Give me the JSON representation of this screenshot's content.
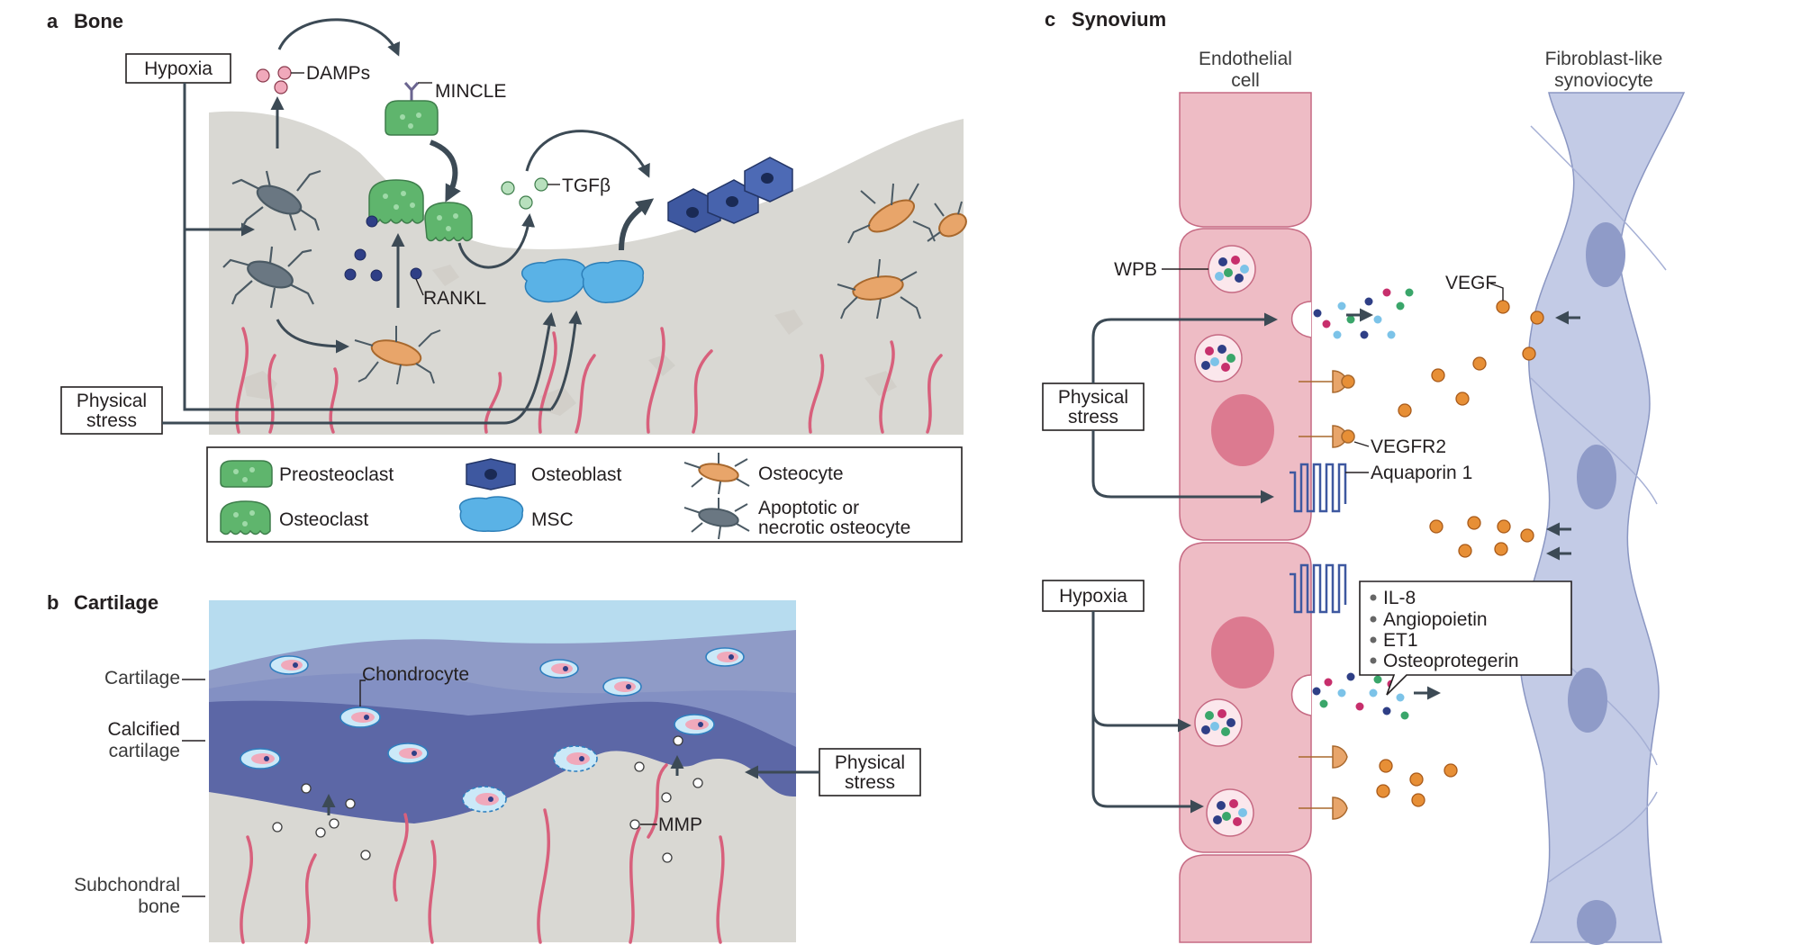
{
  "panels": {
    "a": {
      "letter": "a",
      "title": "Bone"
    },
    "b": {
      "letter": "b",
      "title": "Cartilage"
    },
    "c": {
      "letter": "c",
      "title": "Synovium"
    }
  },
  "bone": {
    "hypoxia": "Hypoxia",
    "physical_stress_1": "Physical",
    "physical_stress_2": "stress",
    "damps": "DAMPs",
    "mincle": "MINCLE",
    "tgfb": "TGFβ",
    "rankl": "RANKL"
  },
  "legend": {
    "preosteoclast": "Preosteoclast",
    "osteoclast": "Osteoclast",
    "osteoblast": "Osteoblast",
    "msc": "MSC",
    "osteocyte": "Osteocyte",
    "apoptotic_1": "Apoptotic or",
    "apoptotic_2": "necrotic osteocyte"
  },
  "cartilage": {
    "cartilage": "Cartilage",
    "calcified_1": "Calcified",
    "calcified_2": "cartilage",
    "subchondral_1": "Subchondral",
    "subchondral_2": "bone",
    "chondrocyte": "Chondrocyte",
    "mmp": "MMP",
    "physical_stress_1": "Physical",
    "physical_stress_2": "stress"
  },
  "synovium": {
    "endothelial_1": "Endothelial",
    "endothelial_2": "cell",
    "fibroblast_1": "Fibroblast-like",
    "fibroblast_2": "synoviocyte",
    "wpb": "WPB",
    "vegf": "VEGF",
    "vegfr2": "VEGFR2",
    "aquaporin": "Aquaporin 1",
    "physical_stress_1": "Physical",
    "physical_stress_2": "stress",
    "hypoxia": "Hypoxia",
    "factors": [
      "IL-8",
      "Angiopoietin",
      "ET1",
      "Osteoprotegerin"
    ]
  },
  "colors": {
    "bone_fill": "#d9d8d3",
    "vessel": "#d8607c",
    "preosteoclast": "#5fb56d",
    "osteoblast": "#3e58a0",
    "msc": "#5ab2e6",
    "osteocyte": "#e8a56a",
    "endothelial": "#eebcc5",
    "fibroblast": "#c3cbe6",
    "vegf": "#e78f36"
  }
}
